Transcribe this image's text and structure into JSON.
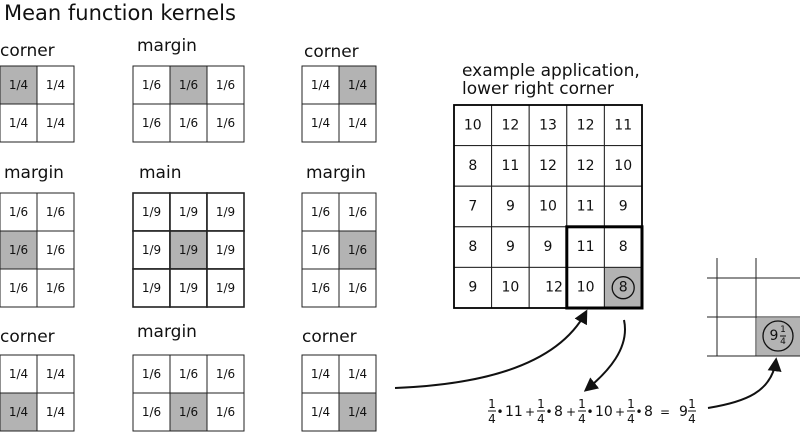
{
  "title": "Mean function kernels",
  "colors": {
    "highlight": "#b3b3b3",
    "line": "#222222",
    "background": "#ffffff"
  },
  "kernels": [
    {
      "label": "corner",
      "rows": [
        [
          "1/4",
          "1/4"
        ],
        [
          "1/4",
          "1/4"
        ]
      ],
      "hl": [
        0,
        0
      ]
    },
    {
      "label": "margin",
      "rows": [
        [
          "1/6",
          "1/6",
          "1/6"
        ],
        [
          "1/6",
          "1/6",
          "1/6"
        ]
      ],
      "hl": [
        0,
        1
      ]
    },
    {
      "label": "corner",
      "rows": [
        [
          "1/4",
          "1/4"
        ],
        [
          "1/4",
          "1/4"
        ]
      ],
      "hl": [
        0,
        1
      ]
    },
    {
      "label": "margin",
      "rows": [
        [
          "1/6",
          "1/6"
        ],
        [
          "1/6",
          "1/6"
        ],
        [
          "1/6",
          "1/6"
        ]
      ],
      "hl": [
        1,
        0
      ]
    },
    {
      "label": "main",
      "rows": [
        [
          "1/9",
          "1/9",
          "1/9"
        ],
        [
          "1/9",
          "1/9",
          "1/9"
        ],
        [
          "1/9",
          "1/9",
          "1/9"
        ]
      ],
      "hl": [
        1,
        1
      ]
    },
    {
      "label": "margin",
      "rows": [
        [
          "1/6",
          "1/6"
        ],
        [
          "1/6",
          "1/6"
        ],
        [
          "1/6",
          "1/6"
        ]
      ],
      "hl": [
        1,
        1
      ]
    },
    {
      "label": "corner",
      "rows": [
        [
          "1/4",
          "1/4"
        ],
        [
          "1/4",
          "1/4"
        ]
      ],
      "hl": [
        1,
        0
      ]
    },
    {
      "label": "margin",
      "rows": [
        [
          "1/6",
          "1/6",
          "1/6"
        ],
        [
          "1/6",
          "1/6",
          "1/6"
        ]
      ],
      "hl": [
        1,
        1
      ]
    },
    {
      "label": "corner",
      "rows": [
        [
          "1/4",
          "1/4"
        ],
        [
          "1/4",
          "1/4"
        ]
      ],
      "hl": [
        1,
        1
      ]
    }
  ],
  "example": {
    "caption_line1": "example application,",
    "caption_line2": "lower right corner",
    "grid": [
      [
        "10",
        "12",
        "13",
        "12",
        "11"
      ],
      [
        "8",
        "11",
        "12",
        "12",
        "10"
      ],
      [
        "7",
        "9",
        "10",
        "11",
        "9"
      ],
      [
        "8",
        "9",
        "9",
        "11",
        "8"
      ],
      [
        "9",
        "10",
        "12",
        "10",
        "8"
      ]
    ]
  },
  "formula": {
    "terms": [
      {
        "num": "1",
        "den": "4",
        "value": "11"
      },
      {
        "num": "1",
        "den": "4",
        "value": "8"
      },
      {
        "num": "1",
        "den": "4",
        "value": "10"
      },
      {
        "num": "1",
        "den": "4",
        "value": "8"
      }
    ],
    "dot": "•",
    "plus": "+",
    "equals": "=",
    "result_whole": "9",
    "result_num": "1",
    "result_den": "4"
  }
}
